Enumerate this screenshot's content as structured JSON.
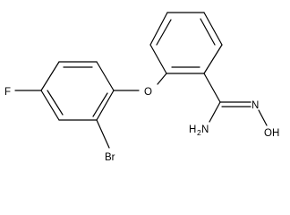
{
  "molecule": {
    "labels": {
      "fluorine": "F",
      "bromine": "Br",
      "ether_oxygen": "O",
      "amine_h": "H",
      "amine_sub": "2",
      "amine_n": "N",
      "imine_n": "N",
      "hydroxyl": "OH"
    },
    "colors": {
      "bond": "#000000",
      "text": "#000000",
      "background": "#ffffff"
    }
  }
}
